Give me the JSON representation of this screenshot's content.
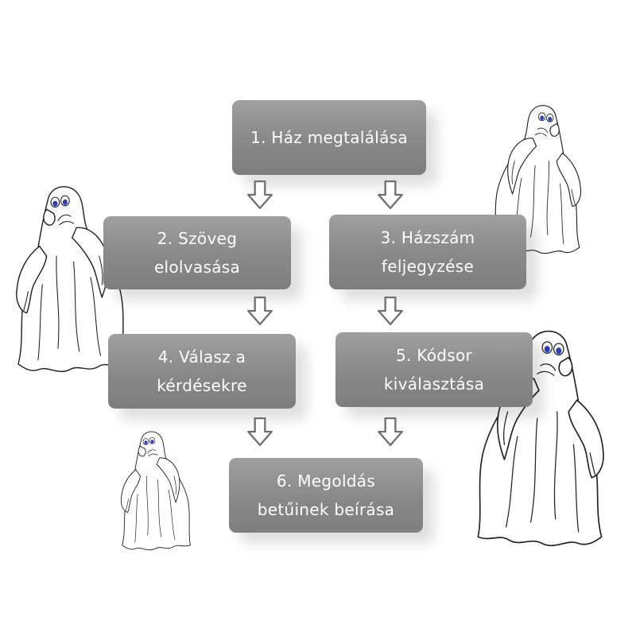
{
  "steps": [
    {
      "lines": [
        "1. Ház megtalálása"
      ]
    },
    {
      "lines": [
        "2. Szöveg",
        "elolvasása"
      ]
    },
    {
      "lines": [
        "3. Házszám",
        "feljegyzése"
      ]
    },
    {
      "lines": [
        "4. Válasz a",
        "kérdésekre"
      ]
    },
    {
      "lines": [
        "5. Kódsor",
        "kiválasztása"
      ]
    },
    {
      "lines": [
        "6. Megoldás",
        "betűinek beírása"
      ]
    }
  ],
  "colors": {
    "box_fill": "#8a8a8a",
    "box_text": "#ffffff",
    "arrow_outline": "#6f6f6f",
    "ghost_eye": "#2b3fb8"
  },
  "decorations": {
    "ghost_icon_count": 4
  }
}
